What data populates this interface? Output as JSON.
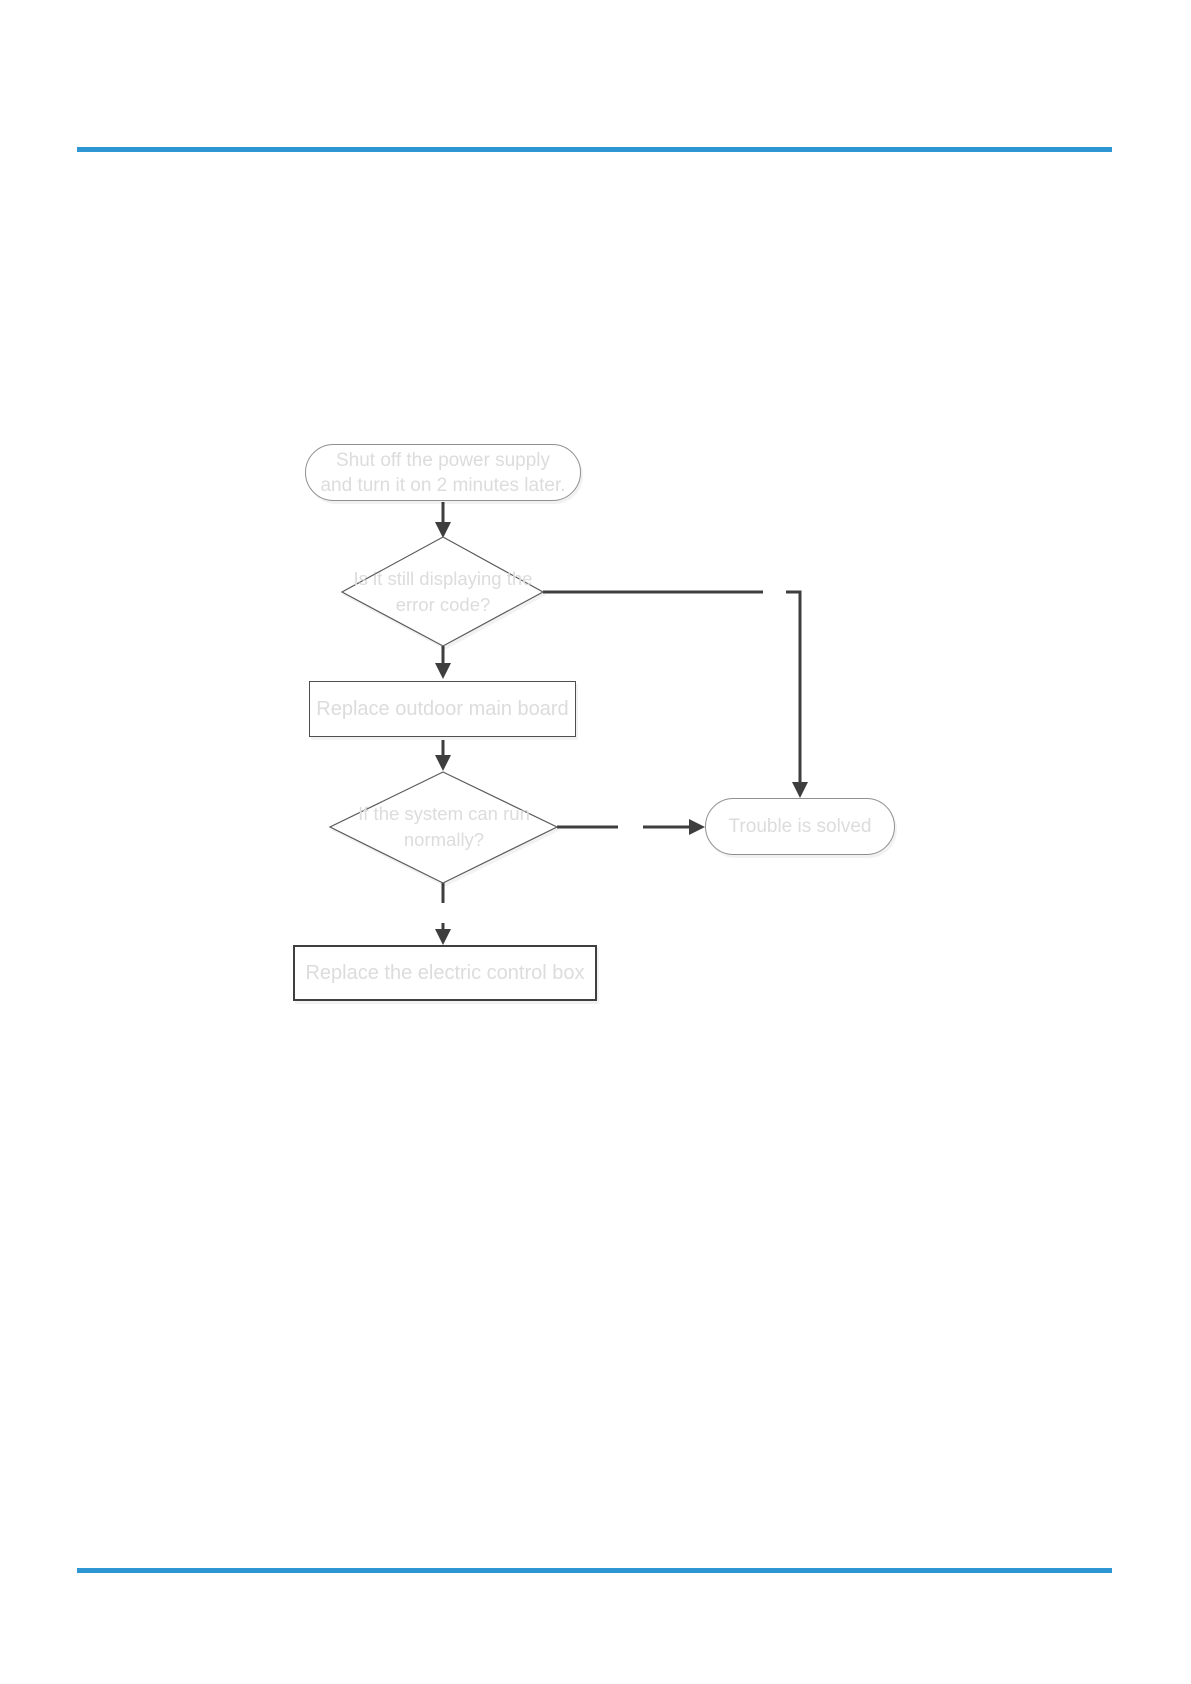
{
  "page": {
    "accent_color": "#2e96d2"
  },
  "flowchart": {
    "text_color": "#dcdcdc",
    "line_color": "#3e3e3e",
    "nodes": {
      "start": {
        "type": "terminator",
        "label": "Shut off the power supply and turn it on 2 minutes later."
      },
      "decision1": {
        "type": "decision",
        "label": "Is it still displaying the error code?"
      },
      "process1": {
        "type": "process",
        "label": "Replace outdoor main board"
      },
      "decision2": {
        "type": "decision",
        "label": "If the system can run normally?"
      },
      "solved": {
        "type": "terminator",
        "label": "Trouble is solved"
      },
      "process2": {
        "type": "process",
        "label": "Replace the electric control box"
      }
    }
  }
}
